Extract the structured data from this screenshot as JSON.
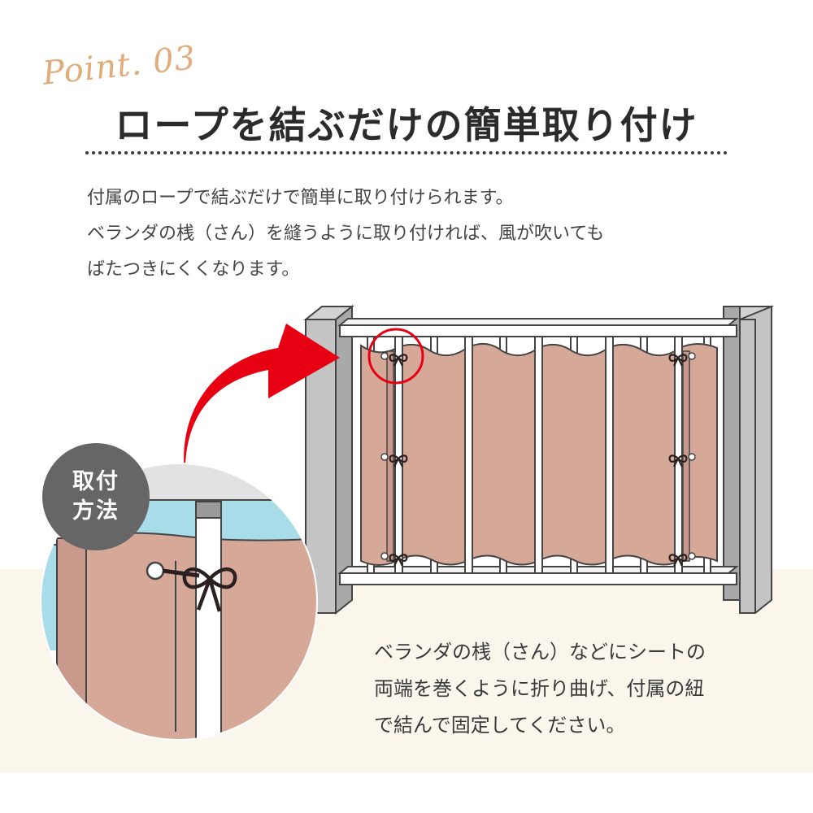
{
  "point_label": "Point. 03",
  "title": "ロープを結ぶだけの簡単取り付け",
  "description": [
    "付属のロープで結ぶだけで簡単に取り付けられます。",
    "ベランダの桟（さん）を縫うように取り付ければ、風が吹いても",
    "ばたつきにくくなります。"
  ],
  "badge": {
    "line1": "取付",
    "line2": "方法"
  },
  "caption": [
    "ベランダの桟（さん）などにシートの",
    "両端を巻くように折り曲げ、付属の紐",
    "で結んで固定してください。"
  ],
  "colors": {
    "accent": "#e60012",
    "sheet": "#d6a898",
    "badge": "#666666",
    "band": "#faf6ec",
    "point": "#e0ac7a"
  }
}
